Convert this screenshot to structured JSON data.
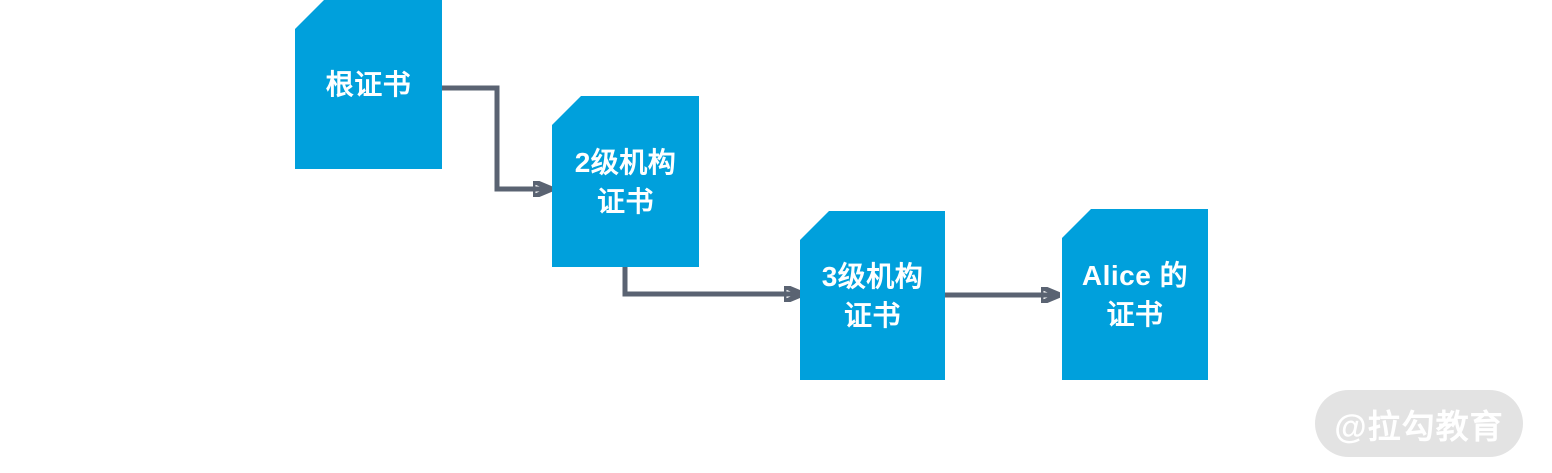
{
  "diagram": {
    "nodes": [
      {
        "id": "root-cert",
        "lines": [
          "根证书"
        ]
      },
      {
        "id": "level2-cert",
        "lines": [
          "2级机构",
          "证书"
        ]
      },
      {
        "id": "level3-cert",
        "lines": [
          "3级机构",
          "证书"
        ]
      },
      {
        "id": "alice-cert",
        "lines": [
          "Alice 的",
          "证书"
        ]
      }
    ],
    "edges": [
      {
        "from": "root-cert",
        "to": "level2-cert"
      },
      {
        "from": "level2-cert",
        "to": "level3-cert"
      },
      {
        "from": "level3-cert",
        "to": "alice-cert"
      }
    ],
    "colors": {
      "node_fill": "#00a0dc",
      "node_text": "#ffffff",
      "arrow": "#5a6372",
      "background": "#ffffff"
    }
  },
  "watermark": {
    "label": "@拉勾教育",
    "pill_color": "#e3e3e3",
    "text_color": "#ffffff"
  }
}
